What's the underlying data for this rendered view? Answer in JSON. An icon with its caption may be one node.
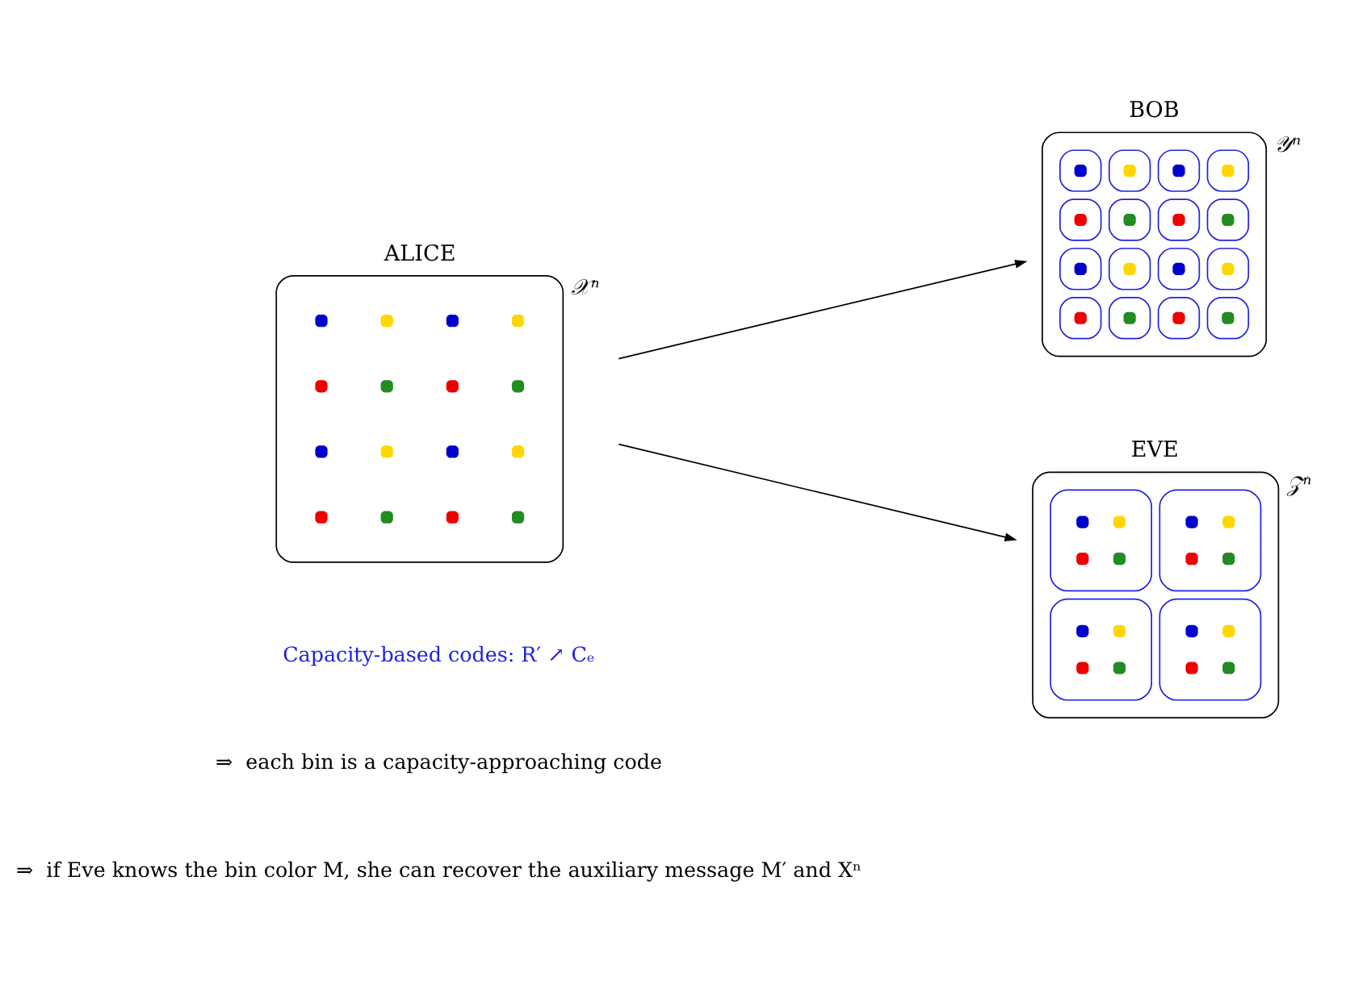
{
  "diagram": {
    "nodes": [
      {
        "text": [
          "ALICE"
        ],
        "beside": [
          "𝒳ⁿ"
        ]
      },
      {
        "text": [
          "BOB"
        ],
        "beside": [
          "𝒴ⁿ"
        ]
      },
      {
        "text": [
          "EVE"
        ],
        "beside": [
          "𝒵ⁿ"
        ]
      }
    ],
    "edges": [
      {
        "from": 0,
        "to": 1,
        "arrow": "to"
      },
      {
        "from": 0,
        "to": 2,
        "arrow": "to"
      }
    ],
    "labels": [
      "Capacity-based codes: R′ ↗ Cₑ",
      "⇒  each bin is a capacity-approaching code",
      "⇒  if Eve knows the bin color M, she can recover the auxiliary message M′ and Xⁿ"
    ]
  }
}
